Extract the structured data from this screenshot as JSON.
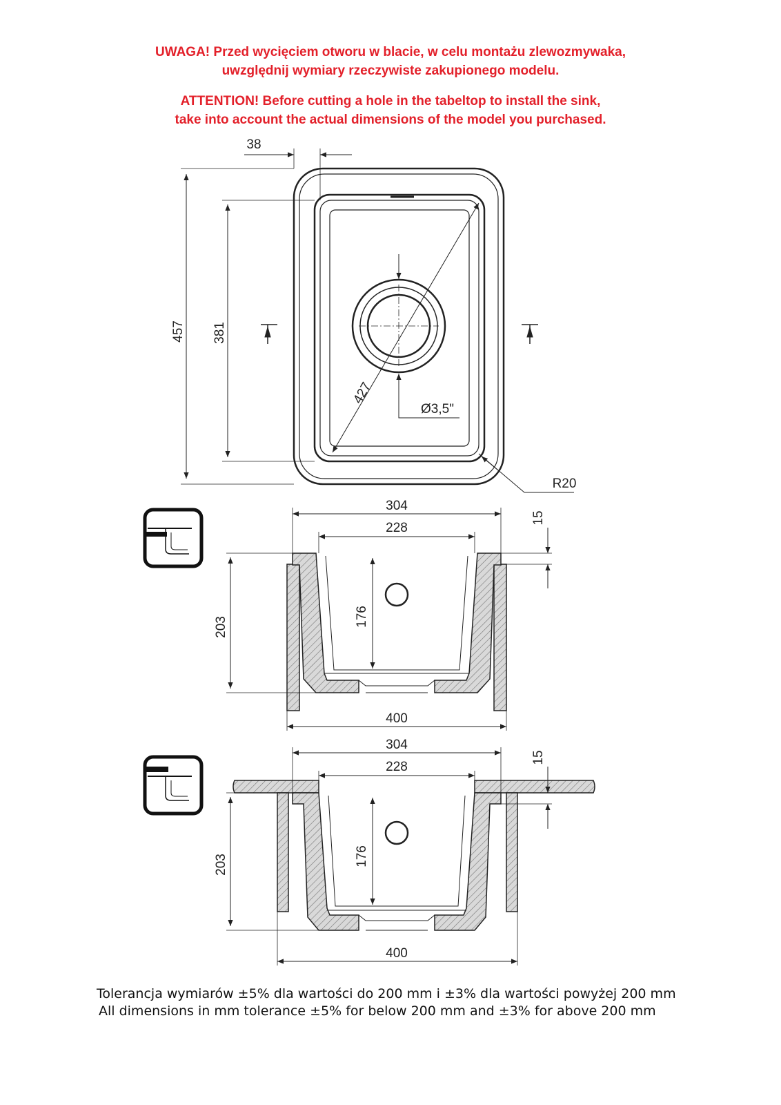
{
  "warning": {
    "pl_line1": "UWAGA! Przed wycięciem otworu w blacie, w celu montażu zlewozmywaka,",
    "pl_line2": "uwzględnij wymiary rzeczywiste zakupionego modelu.",
    "en_line1": "ATTENTION! Before cutting a hole in the tabeltop to install the sink,",
    "en_line2": "take into account the actual dimensions of the model you purchased."
  },
  "top_view": {
    "dim_rim": "38",
    "dim_total_length": "457",
    "dim_bowl_length": "381",
    "dim_diagonal": "427",
    "dim_drain": "Ø3,5\"",
    "dim_radius": "R20"
  },
  "section_overmount": {
    "dim_top_width": "304",
    "dim_bowl_width": "228",
    "dim_rim_height": "15",
    "dim_total_height": "203",
    "dim_bowl_depth": "176",
    "dim_cabinet_width": "400"
  },
  "section_undermount": {
    "dim_top_width": "304",
    "dim_bowl_width": "228",
    "dim_rim_height": "15",
    "dim_total_height": "203",
    "dim_bowl_depth": "176",
    "dim_cabinet_width": "400"
  },
  "footer": {
    "pl": "Tolerancja wymiarów ±5% dla wartości do 200 mm i ±3% dla wartości powyżej 200 mm",
    "en": "All dimensions in mm tolerance ±5% for below 200 mm and ±3% for above 200 mm"
  },
  "colors": {
    "warning": "#e3202a",
    "line": "#222222"
  }
}
